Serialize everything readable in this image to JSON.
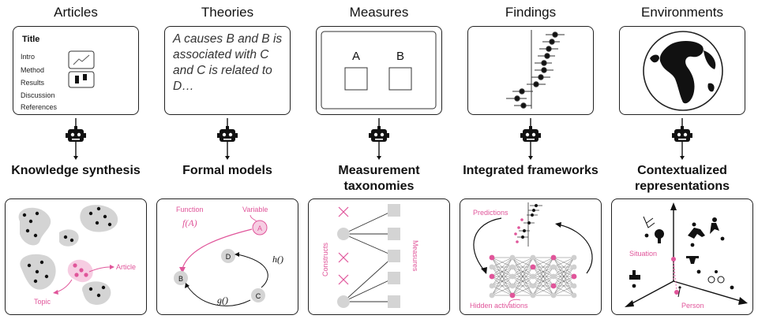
{
  "columns": [
    {
      "title": "Articles",
      "synth_title": "Knowledge synthesis",
      "article": {
        "title": "Title",
        "sections": [
          "Intro",
          "Method",
          "Results",
          "Discussion",
          "References"
        ]
      },
      "labels": {
        "article": "Article",
        "topic": "Topic"
      }
    },
    {
      "title": "Theories",
      "synth_title": "Formal models",
      "theory_text": "A causes B and B is associated with C and C is related to D…",
      "labels": {
        "function": "Function",
        "variable": "Variable",
        "fa": "f(A)",
        "h": "h()",
        "g": "g()"
      },
      "nodes": [
        "A",
        "B",
        "C",
        "D"
      ]
    },
    {
      "title": "Measures",
      "synth_title": "Measurement taxonomies",
      "measure_labels": [
        "A",
        "B"
      ],
      "labels": {
        "constructs": "Constructs",
        "measures": "Measures"
      }
    },
    {
      "title": "Findings",
      "synth_title": "Integrated frameworks",
      "labels": {
        "predictions": "Predictions",
        "hidden": "Hidden activations"
      }
    },
    {
      "title": "Environments",
      "synth_title": "Contextualized representations",
      "labels": {
        "situation": "Situation",
        "person": "Person"
      }
    }
  ],
  "colors": {
    "accent": "#e0559a",
    "blob": "#d4d4d4",
    "ink": "#111111"
  },
  "icons": [
    "chart-icon",
    "bar-icon",
    "robot-icon",
    "globe-icon",
    "forest-plot-icon",
    "neural-network-icon"
  ]
}
